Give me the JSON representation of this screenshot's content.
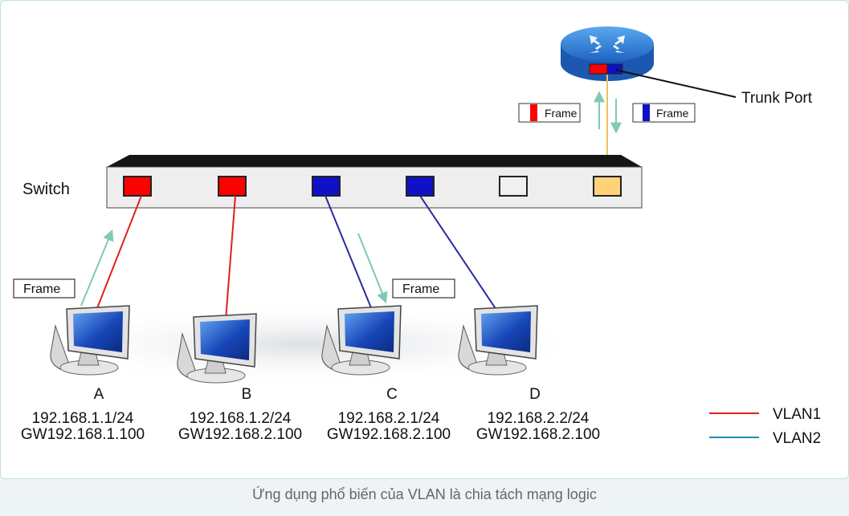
{
  "switch_label": "Switch",
  "trunk_port_label": "Trunk Port",
  "frame_label": "Frame",
  "hosts": [
    {
      "name": "A",
      "ip": "192.168.1.1/24",
      "gw": "GW192.168.1.100",
      "vlan": "VLAN1"
    },
    {
      "name": "B",
      "ip": "192.168.1.2/24",
      "gw": "GW192.168.2.100",
      "vlan": "VLAN1"
    },
    {
      "name": "C",
      "ip": "192.168.2.1/24",
      "gw": "GW192.168.2.100",
      "vlan": "VLAN2"
    },
    {
      "name": "D",
      "ip": "192.168.2.2/24",
      "gw": "GW192.168.2.100",
      "vlan": "VLAN2"
    }
  ],
  "switch_ports": [
    "VLAN1",
    "VLAN1",
    "VLAN2",
    "VLAN2",
    "unused",
    "trunk"
  ],
  "legend": [
    {
      "label": "VLAN1",
      "color": "#e02020"
    },
    {
      "label": "VLAN2",
      "color": "#1a8fb0"
    }
  ],
  "colors": {
    "vlan1_port": "#ff0000",
    "vlan2_port": "#1010c8",
    "vlan2_link": "#2a2aa0",
    "trunk_port": "#ffd27a",
    "unused_port": "#f0f0f0",
    "router_blue": "#2e7bd6",
    "arrow": "#7fcab0"
  },
  "caption": "Ứng dụng phổ biến của VLAN là chia tách mạng logic"
}
